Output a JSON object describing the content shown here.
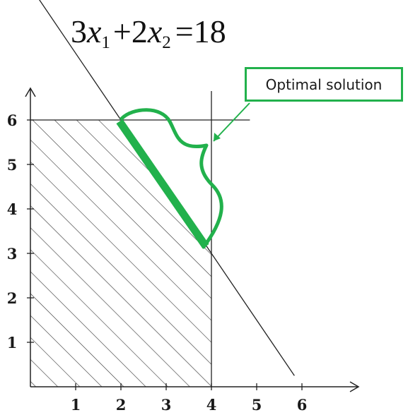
{
  "chart_data": {
    "type": "line",
    "title": "",
    "xlabel": "",
    "ylabel": "",
    "xlim": [
      0,
      6
    ],
    "ylim": [
      0,
      6
    ],
    "x_ticks": [
      "1",
      "2",
      "3",
      "4",
      "5",
      "6"
    ],
    "y_ticks": [
      "1",
      "2",
      "3",
      "4",
      "5",
      "6"
    ],
    "grid": false,
    "equation": {
      "c1": "3",
      "v1": "x",
      "s1": "1",
      "op": "+",
      "c2": "2",
      "v2": "x",
      "s2": "2",
      "eq": "=",
      "rhs": "18"
    },
    "constraints": [
      {
        "kind": "line",
        "a": 3,
        "b": 2,
        "c": 18
      },
      {
        "kind": "vertical",
        "x": 4
      },
      {
        "kind": "horizontal",
        "y": 6
      }
    ],
    "feasible_region": [
      [
        0,
        0
      ],
      [
        4,
        0
      ],
      [
        4,
        3
      ],
      [
        2,
        6
      ],
      [
        0,
        6
      ]
    ],
    "optimal_segment": [
      [
        2,
        6
      ],
      [
        4,
        3
      ]
    ],
    "annotation": "Optimal solution",
    "colors": {
      "optimal": "#22b14c",
      "axes": "#222222",
      "hatch": "#333333"
    }
  }
}
